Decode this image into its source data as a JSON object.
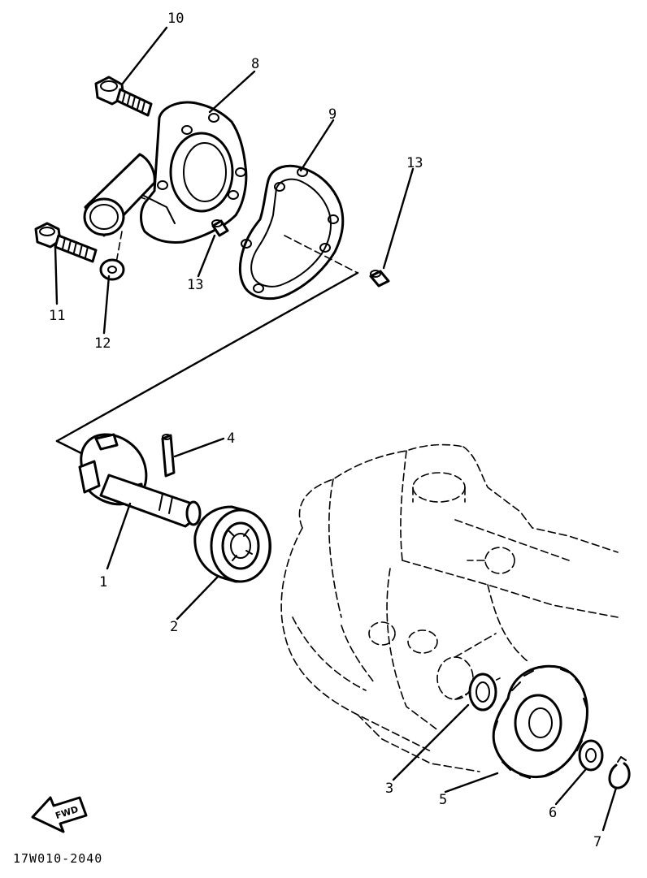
{
  "callouts": [
    {
      "id": "1",
      "part": "impeller-shaft"
    },
    {
      "id": "2",
      "part": "bearing"
    },
    {
      "id": "3",
      "part": "washer"
    },
    {
      "id": "4",
      "part": "pin"
    },
    {
      "id": "5",
      "part": "gear"
    },
    {
      "id": "6",
      "part": "washer"
    },
    {
      "id": "7",
      "part": "circlip"
    },
    {
      "id": "8",
      "part": "pump-housing"
    },
    {
      "id": "9",
      "part": "gasket"
    },
    {
      "id": "10",
      "part": "bolt"
    },
    {
      "id": "11",
      "part": "bolt"
    },
    {
      "id": "12",
      "part": "washer"
    },
    {
      "id": "13",
      "part": "dowel-pin"
    },
    {
      "id": "13",
      "part": "dowel-pin"
    }
  ],
  "fwd_label": "FWD",
  "diagram_code": "17W010-2040",
  "icons": {
    "direction": "fwd-arrow-icon"
  }
}
